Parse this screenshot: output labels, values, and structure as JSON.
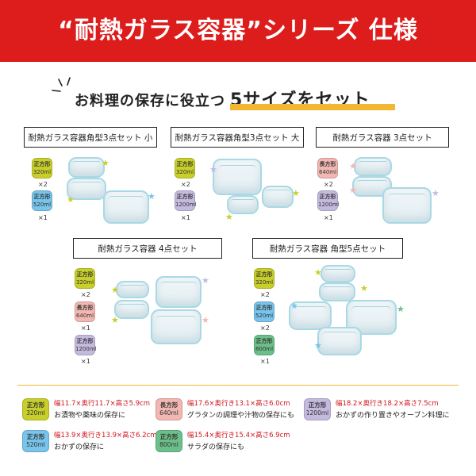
{
  "banner": {
    "title": "“耐熱ガラス容器”シリーズ 仕様"
  },
  "tagline": {
    "prefix": "お料理の保存に役立つ",
    "highlight": "5サイズをセット"
  },
  "sets": {
    "set1": {
      "title": "耐熱ガラス容器角型3点セット 小",
      "qty1": "×2",
      "qty2": "×1"
    },
    "set2": {
      "title": "耐熱ガラス容器角型3点セット 大",
      "qty1": "×2",
      "qty2": "×1"
    },
    "set3": {
      "title": "耐熱ガラス容器 3点セット",
      "qty1": "×2",
      "qty2": "×1"
    },
    "set4": {
      "title": "耐熱ガラス容器 4点セット",
      "qty1": "×2",
      "qty2": "×1",
      "qty3": "×1"
    },
    "set5": {
      "title": "耐熱ガラス容器 角型5点セット",
      "qty1": "×2",
      "qty2": "×2",
      "qty3": "×1"
    }
  },
  "chips": {
    "sq320": {
      "kind": "正方形",
      "cap": "320ml"
    },
    "sq520": {
      "kind": "正方形",
      "cap": "520ml"
    },
    "sq800": {
      "kind": "正方形",
      "cap": "800ml"
    },
    "rc640": {
      "kind": "長方形",
      "cap": "640ml"
    },
    "rc1200": {
      "kind": "正方形",
      "cap": "1200ml"
    }
  },
  "legend": [
    {
      "kind": "正方形",
      "cap": "320ml",
      "dims": "幅11.7×奥行11.7×高さ5.9cm",
      "use": "お漬物や薬味の保存に"
    },
    {
      "kind": "長方形",
      "cap": "640ml",
      "dims": "幅17.6×奥行き13.1×高さ6.0cm",
      "use": "グラタンの調理や汁物の保存にも"
    },
    {
      "kind": "正方形",
      "cap": "1200ml",
      "dims": "幅18.2×奥行き18.2×高さ7.5cm",
      "use": "おかずの作り置きやオーブン料理に"
    },
    {
      "kind": "正方形",
      "cap": "520ml",
      "dims": "幅13.9×奥行き13.9×高さ6.2cm",
      "use": "おかずの保存に"
    },
    {
      "kind": "正方形",
      "cap": "800ml",
      "dims": "幅15.4×奥行き15.4×高さ6.9cm",
      "use": "サラダの保存にも"
    }
  ],
  "colors": {
    "banner": "#dd1c1c",
    "accent": "#f2b630",
    "sq320": "#c8cf2a",
    "sq520": "#78c4ea",
    "sq800": "#6cbf8a",
    "rc640": "#f2b7b2",
    "rc1200": "#c4badf",
    "dims_text": "#d0161e"
  }
}
